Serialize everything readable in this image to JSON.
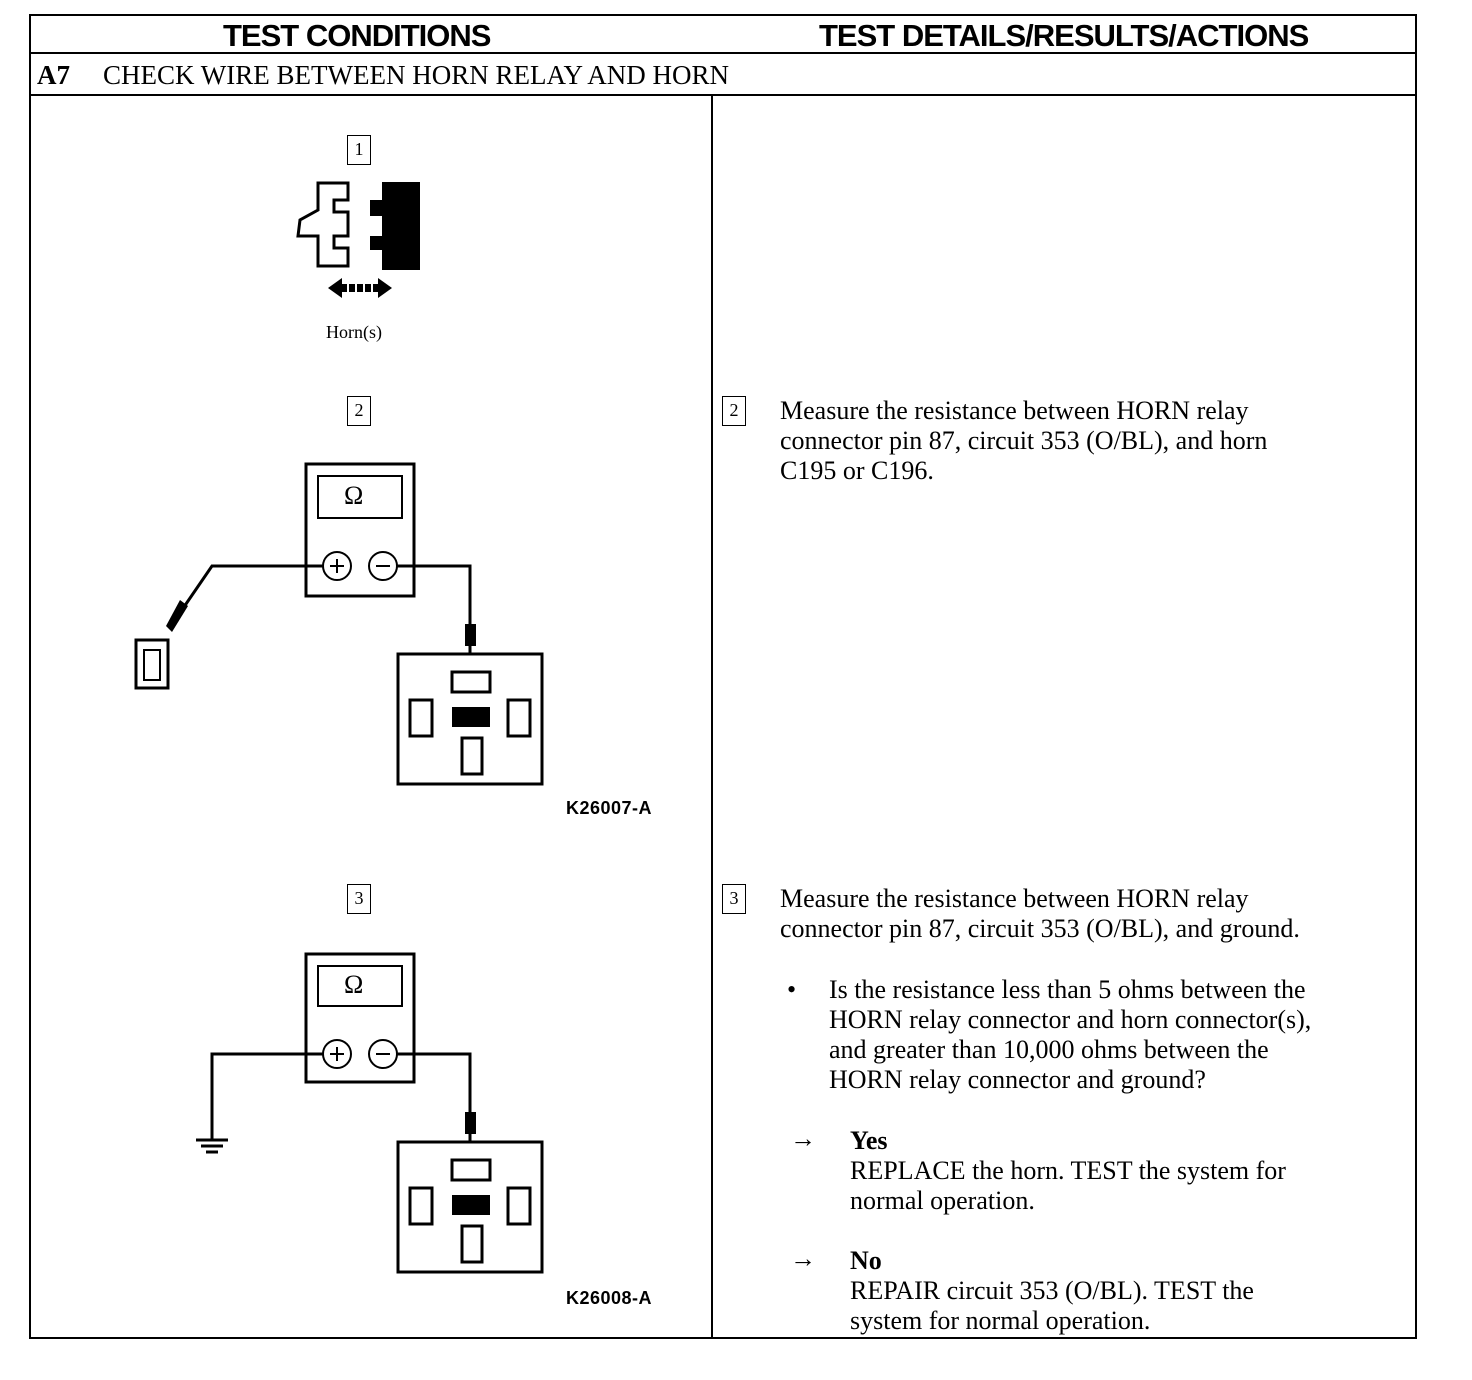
{
  "header": {
    "left": "TEST CONDITIONS",
    "right": "TEST DETAILS/RESULTS/ACTIONS"
  },
  "test": {
    "id": "A7",
    "title": "CHECK WIRE BETWEEN HORN RELAY AND HORN"
  },
  "conditions": {
    "step1": {
      "number": "1",
      "caption": "Horn(s)"
    },
    "step2": {
      "number": "2",
      "meter_symbol": "Ω",
      "figure_id": "K26007-A"
    },
    "step3": {
      "number": "3",
      "meter_symbol": "Ω",
      "figure_id": "K26008-A"
    }
  },
  "details": {
    "step2": {
      "number": "2",
      "text_lines": [
        "Measure the resistance between HORN relay",
        "connector pin 87, circuit 353 (O/BL), and horn",
        "C195 or C196."
      ]
    },
    "step3": {
      "number": "3",
      "text_lines": [
        "Measure the resistance between HORN relay",
        "connector pin 87, circuit 353 (O/BL), and ground."
      ],
      "bullet": "•",
      "question_lines": [
        "Is the resistance less than 5 ohms between the",
        "HORN relay connector and horn connector(s),",
        "and greater than 10,000 ohms between the",
        "HORN relay connector and ground?"
      ],
      "arrow": "→",
      "yes": {
        "label": "Yes",
        "lines": [
          "REPLACE the horn. TEST the system for",
          "normal operation."
        ]
      },
      "no": {
        "label": "No",
        "lines": [
          "REPAIR circuit 353 (O/BL). TEST the",
          "system for normal operation."
        ]
      }
    }
  }
}
